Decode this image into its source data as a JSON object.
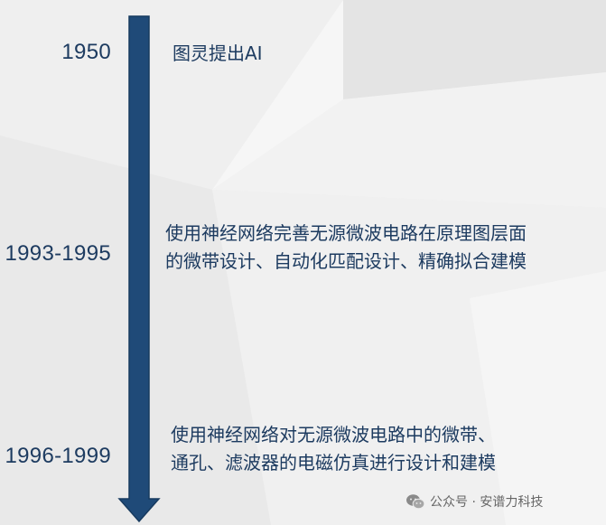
{
  "timeline": [
    {
      "year": "1950",
      "lines": [
        "图灵提出AI"
      ]
    },
    {
      "year": "1993-1995",
      "lines": [
        "使用神经网络完善无源微波电路在原理图层面",
        "的微带设计、自动化匹配设计、精确拟合建模"
      ]
    },
    {
      "year": "1996-1999",
      "lines": [
        "使用神经网络对无源微波电路中的微带、",
        "通孔、滤波器的电磁仿真进行设计和建模"
      ]
    }
  ],
  "watermark": {
    "text": "公众号 · 安谱力科技",
    "icon": "wechat-icon"
  },
  "colors": {
    "arrow": "#1f4a78",
    "arrow_border": "#173a5f",
    "text": "#1d3b60"
  }
}
